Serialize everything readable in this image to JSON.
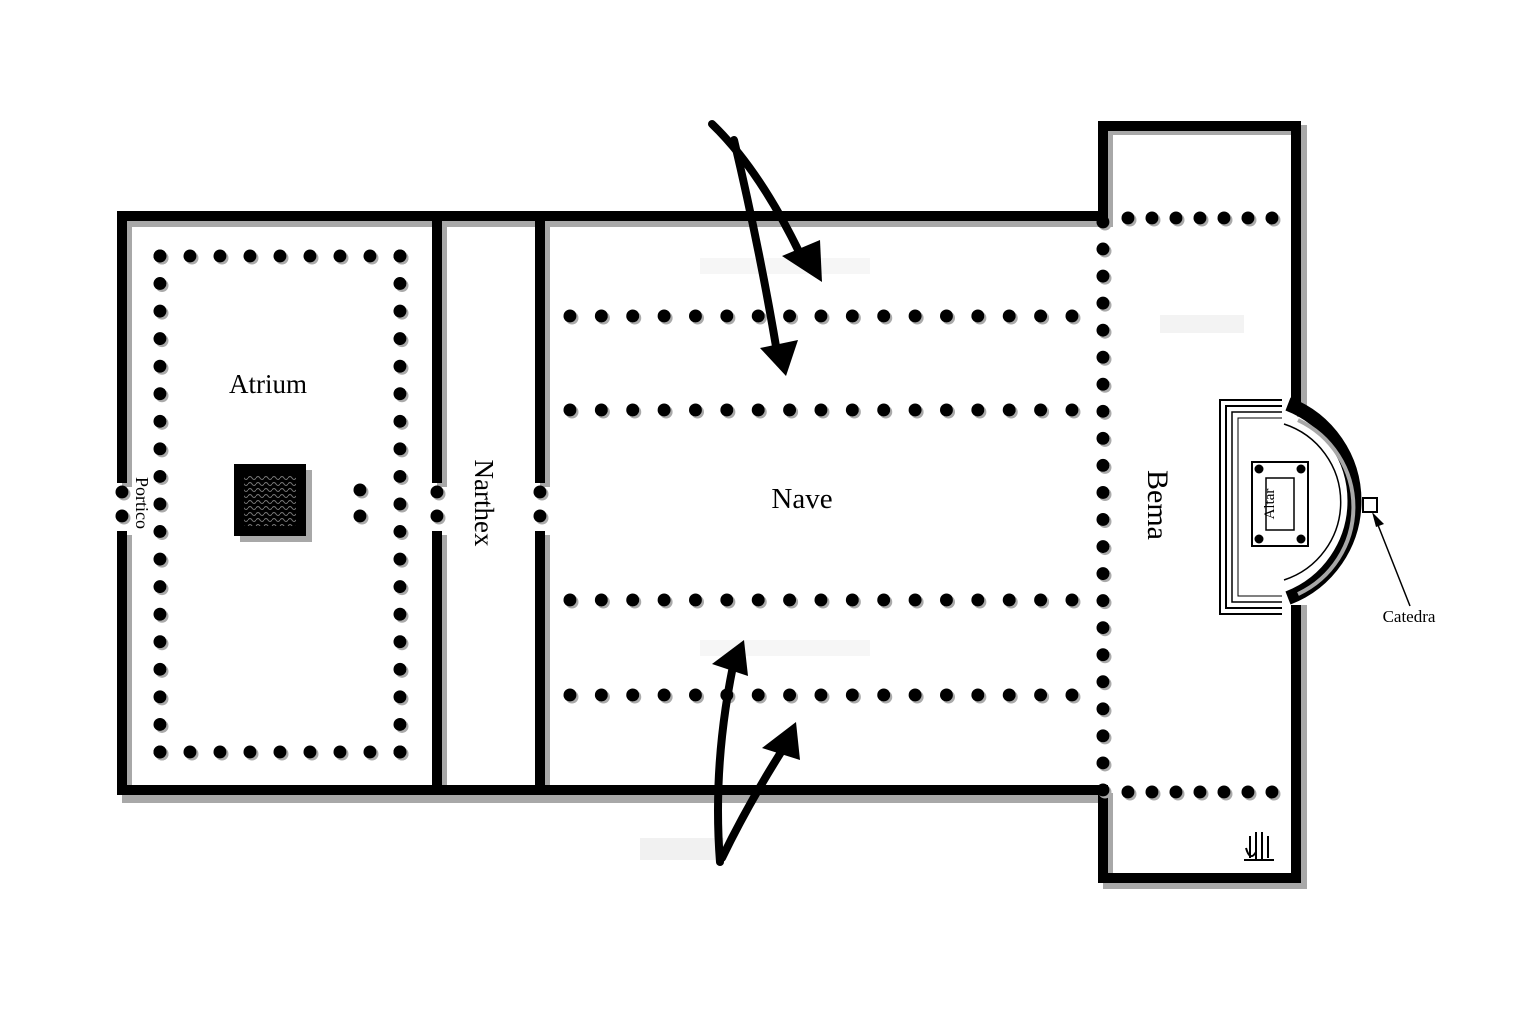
{
  "labels": {
    "atrium": "Atrium",
    "portico": "Portico",
    "narthex": "Narthex",
    "nave": "Nave",
    "bema": "Bema",
    "altar": "Altar",
    "catedra": "Catedra",
    "monogram": "JM"
  },
  "colors": {
    "wall": "#000000",
    "shadow": "#a8a8a8",
    "background": "#ffffff"
  }
}
